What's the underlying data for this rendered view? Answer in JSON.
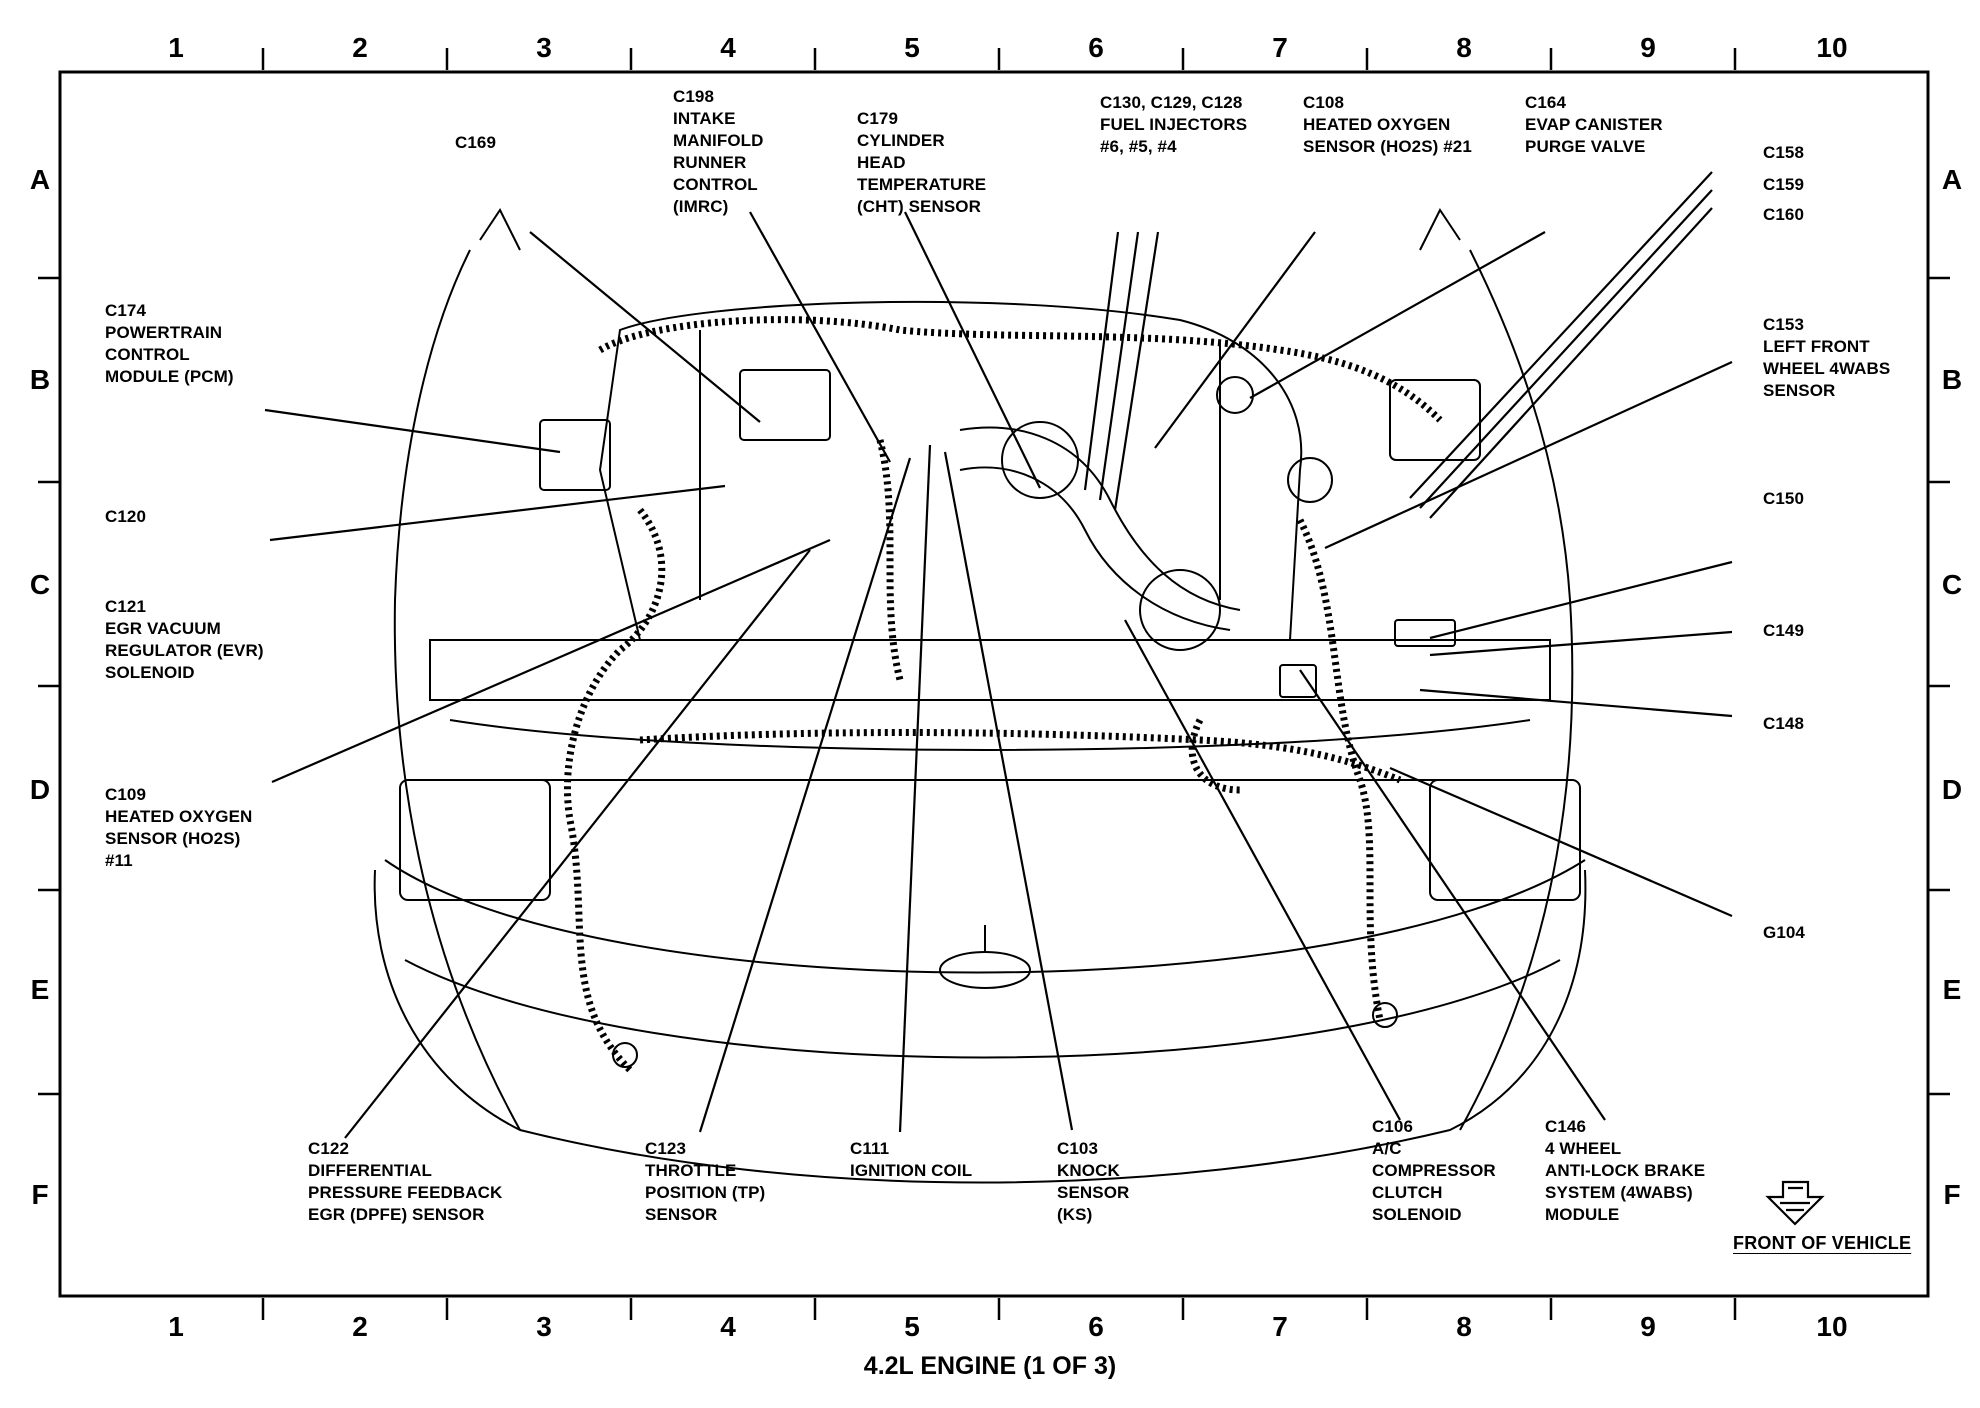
{
  "columns": [
    "1",
    "2",
    "3",
    "4",
    "5",
    "6",
    "7",
    "8",
    "9",
    "10"
  ],
  "rows": [
    "A",
    "B",
    "C",
    "D",
    "E",
    "F"
  ],
  "caption": "4.2L ENGINE (1 OF 3)",
  "front_of_vehicle": "FRONT OF VEHICLE",
  "callouts": {
    "c169": "C169",
    "c198": "C198\nINTAKE\nMANIFOLD\nRUNNER\nCONTROL\n(IMRC)",
    "c179": "C179\nCYLINDER\nHEAD\nTEMPERATURE\n(CHT) SENSOR",
    "c130": "C130, C129, C128\nFUEL INJECTORS\n#6, #5, #4",
    "c108": "C108\nHEATED OXYGEN\nSENSOR (HO2S) #21",
    "c164": "C164\nEVAP CANISTER\nPURGE VALVE",
    "c158": "C158",
    "c159": "C159",
    "c160": "C160",
    "c174": "C174\nPOWERTRAIN\nCONTROL\nMODULE (PCM)",
    "c153": "C153\nLEFT FRONT\nWHEEL 4WABS\nSENSOR",
    "c120": "C120",
    "c150": "C150",
    "c121": "C121\nEGR VACUUM\nREGULATOR (EVR)\nSOLENOID",
    "c149": "C149",
    "c148": "C148",
    "c109": "C109\nHEATED OXYGEN\nSENSOR (HO2S)\n#11",
    "g104": "G104",
    "c122": "C122\nDIFFERENTIAL\nPRESSURE FEEDBACK\nEGR (DPFE) SENSOR",
    "c123": "C123\nTHROTTLE\nPOSITION (TP)\nSENSOR",
    "c111": "C111\nIGNITION COIL",
    "c103": "C103\nKNOCK\nSENSOR\n(KS)",
    "c106": "C106\nA/C\nCOMPRESSOR\nCLUTCH\nSOLENOID",
    "c146": "C146\n4 WHEEL\nANTI-LOCK BRAKE\nSYSTEM (4WABS)\nMODULE"
  }
}
